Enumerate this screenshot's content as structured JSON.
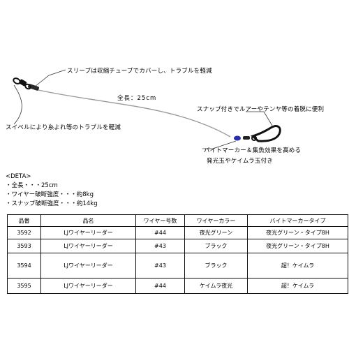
{
  "diagram": {
    "sleeve_note": "スリーブは収縮チューブでカバーし、トラブルを軽減",
    "length_note": "全長：25cm",
    "snap_note": "スナップ付きでルアーやテンヤ等の着脱に便利",
    "swivel_note": "スイベルにより糸よれ等のトラブルを軽減",
    "marker_note_1": "バイトマーカー＆集魚効果を高める",
    "marker_note_2": "発光玉やケイムラ玉付き"
  },
  "specs": {
    "heading": "<DETA>",
    "lines": [
      "・全長・・・25cm",
      "・ワイヤー破断強度・・・約8kg",
      "・スナップ破断強度・・・約14kg"
    ]
  },
  "table": {
    "headers": [
      "品番",
      "品名",
      "ワイヤー号数",
      "ワイヤーカラー",
      "バイトマーカータイプ"
    ],
    "rows": [
      [
        "3592",
        "LJワイヤーリーダー",
        "#44",
        "夜光グリーン",
        "夜光グリーン・タイプ8H"
      ],
      [
        "3593",
        "LJワイヤーリーダー",
        "#43",
        "ブラック",
        "夜光グリーン・タイプ8H"
      ],
      [
        "3594",
        "LJワイヤーリーダー",
        "#43",
        "ブラック",
        "超！ケイムラ"
      ],
      [
        "3595",
        "LJワイヤーリーダー",
        "#44",
        "ケイムラ夜光",
        "超！ケイムラ"
      ]
    ]
  }
}
